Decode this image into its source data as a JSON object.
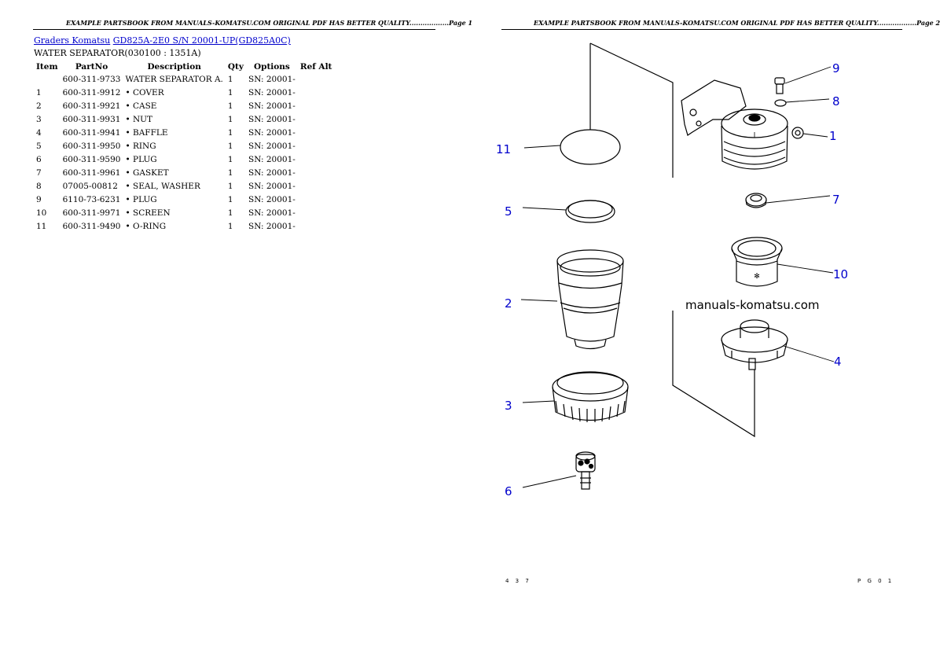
{
  "page1": {
    "header": "EXAMPLE PARTSBOOK FROM MANUALS-KOMATSU.COM ORIGINAL PDF HAS BETTER QUALITY..................Page 1",
    "breadcrumb": {
      "link1": "Graders Komatsu",
      "link2": "GD825A-2E0 S/N 20001-UP(GD825A0C)"
    },
    "section_title": "WATER SEPARATOR(030100 : 1351A)",
    "table": {
      "headers": [
        "Item",
        "PartNo",
        "Description",
        "Qty",
        "Options",
        "Ref Alt"
      ],
      "rows": [
        {
          "item": "",
          "partno": "600-311-9733",
          "desc": "WATER SEPARATOR A.",
          "qty": "1",
          "options": "SN: 20001-"
        },
        {
          "item": "1",
          "partno": "600-311-9912",
          "desc": "• COVER",
          "qty": "1",
          "options": "SN: 20001-"
        },
        {
          "item": "2",
          "partno": "600-311-9921",
          "desc": "• CASE",
          "qty": "1",
          "options": "SN: 20001-"
        },
        {
          "item": "3",
          "partno": "600-311-9931",
          "desc": "• NUT",
          "qty": "1",
          "options": "SN: 20001-"
        },
        {
          "item": "4",
          "partno": "600-311-9941",
          "desc": "• BAFFLE",
          "qty": "1",
          "options": "SN: 20001-"
        },
        {
          "item": "5",
          "partno": "600-311-9950",
          "desc": "• RING",
          "qty": "1",
          "options": "SN: 20001-"
        },
        {
          "item": "6",
          "partno": "600-311-9590",
          "desc": "• PLUG",
          "qty": "1",
          "options": "SN: 20001-"
        },
        {
          "item": "7",
          "partno": "600-311-9961",
          "desc": "• GASKET",
          "qty": "1",
          "options": "SN: 20001-"
        },
        {
          "item": "8",
          "partno": "07005-00812",
          "desc": "• SEAL, WASHER",
          "qty": "1",
          "options": "SN: 20001-"
        },
        {
          "item": "9",
          "partno": "6110-73-6231",
          "desc": "• PLUG",
          "qty": "1",
          "options": "SN: 20001-"
        },
        {
          "item": "10",
          "partno": "600-311-9971",
          "desc": "• SCREEN",
          "qty": "1",
          "options": "SN: 20001-"
        },
        {
          "item": "11",
          "partno": "600-311-9490",
          "desc": "• O-RING",
          "qty": "1",
          "options": "SN: 20001-"
        }
      ]
    }
  },
  "page2": {
    "header": "EXAMPLE PARTSBOOK FROM MANUALS-KOMATSU.COM ORIGINAL PDF HAS BETTER QUALITY..................Page 2",
    "watermark": "manuals-komatsu.com",
    "callouts": {
      "c1": "1",
      "c2": "2",
      "c3": "3",
      "c4": "4",
      "c5": "5",
      "c6": "6",
      "c7": "7",
      "c8": "8",
      "c9": "9",
      "c10": "10",
      "c11": "11"
    },
    "footer_left": "4 3 7",
    "footer_right": "P G 0 1",
    "callout_color": "#0000cc"
  }
}
